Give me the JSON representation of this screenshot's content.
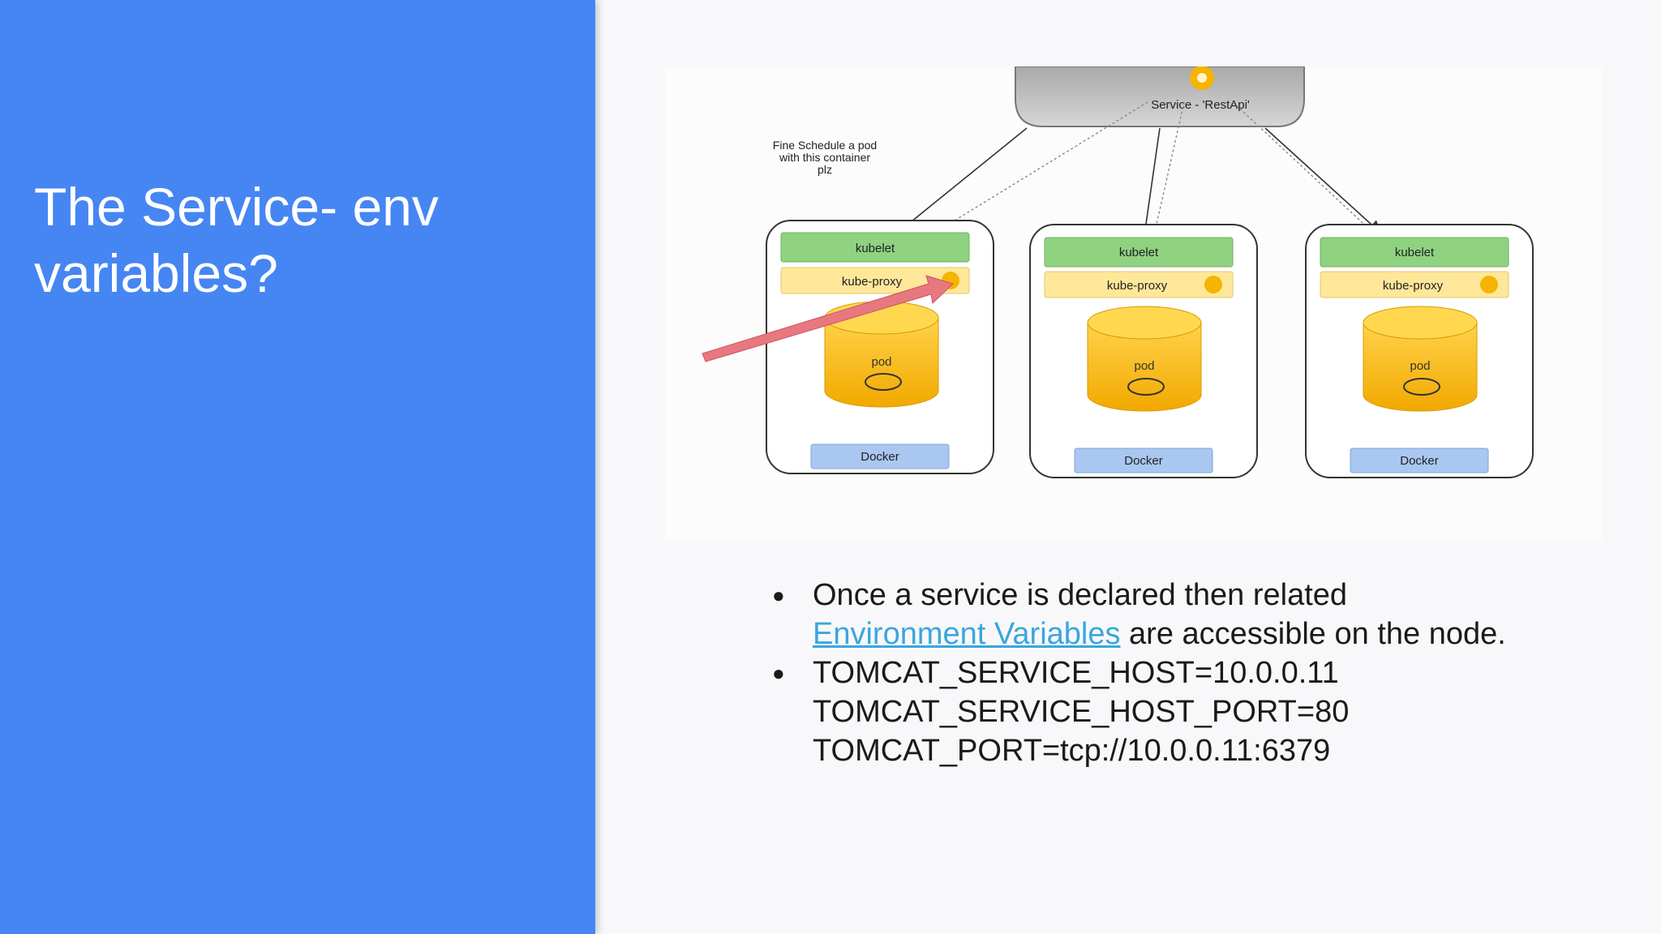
{
  "slide": {
    "title": "The Service- env variables?"
  },
  "diagram": {
    "service_label": "Service - 'RestApi'",
    "note_lines": [
      "Fine Schedule a pod",
      "with this container",
      "plz"
    ],
    "nodes": [
      {
        "kubelet": "kubelet",
        "proxy": "kube-proxy",
        "pod": "pod",
        "docker": "Docker"
      },
      {
        "kubelet": "kubelet",
        "proxy": "kube-proxy",
        "pod": "pod",
        "docker": "Docker"
      },
      {
        "kubelet": "kubelet",
        "proxy": "kube-proxy",
        "pod": "pod",
        "docker": "Docker"
      }
    ],
    "colors": {
      "kubelet": "#8fd27f",
      "proxy": "#ffe79a",
      "pod": "#f7b500",
      "docker": "#a9c7f0",
      "service": "#c4c4c4",
      "arrow": "#e87880"
    }
  },
  "bullets": {
    "b1_prefix": "Once a service is declared then related",
    "b1_link": "Environment Variables",
    "b1_suffix": " are accessible on the node.",
    "env": [
      "TOMCAT_SERVICE_HOST=10.0.0.11",
      "TOMCAT_SERVICE_HOST_PORT=80",
      "TOMCAT_PORT=tcp://10.0.0.11:6379"
    ]
  }
}
